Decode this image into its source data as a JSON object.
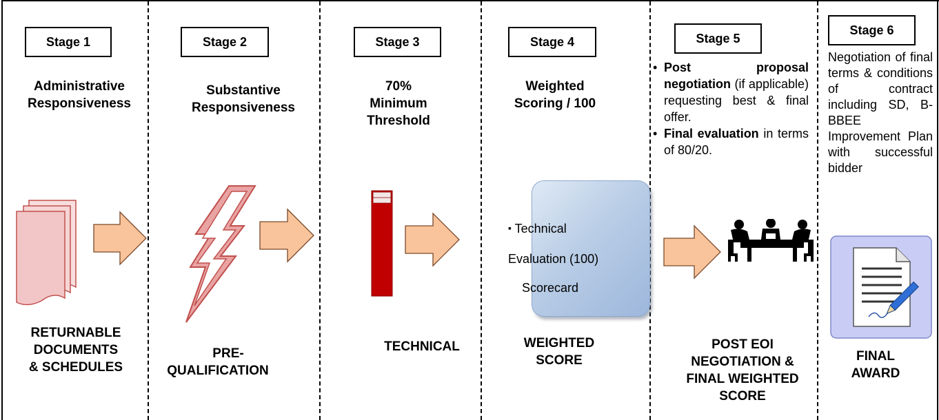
{
  "stages": [
    {
      "label": "Stage 1",
      "title": [
        "Administrative",
        "Responsiveness"
      ],
      "bottom": [
        "RETURNABLE",
        "DOCUMENTS",
        "& SCHEDULES"
      ],
      "icon": "documents-icon"
    },
    {
      "label": "Stage 2",
      "title": [
        "Substantive",
        "Responsiveness"
      ],
      "bottom": [
        "PRE-",
        "QUALIFICATION"
      ],
      "icon": "lightning-icon"
    },
    {
      "label": "Stage 3",
      "title": [
        "70%",
        "Minimum",
        "Threshold"
      ],
      "bottom": [
        "TECHNICAL"
      ],
      "icon": "threshold-bar-icon"
    },
    {
      "label": "Stage 4",
      "title": [
        "Weighted",
        "Scoring / 100"
      ],
      "bottom": [
        "WEIGHTED",
        "SCORE"
      ],
      "icon": "scorecard-panel"
    },
    {
      "label": "Stage 5",
      "bottom": [
        "POST EOI",
        "NEGOTIATION &",
        "FINAL WEIGHTED",
        "SCORE"
      ],
      "icon": "meeting-table-icon"
    },
    {
      "label": "Stage 6",
      "bottom": [
        "FINAL",
        "AWARD"
      ],
      "icon": "signed-document-icon"
    }
  ],
  "stage4_scorecard": {
    "line1": "Technical",
    "line2": "Evaluation (100)",
    "line3": "Scorecard",
    "bullet": "▪"
  },
  "stage5_bullets": [
    {
      "bold": "Post proposal negotiation",
      "rest": " (if applicable) requesting best & final offer."
    },
    {
      "bold": "Final evaluation",
      "rest": " in terms of 80/20."
    }
  ],
  "stage6_text": "Negotiation of final terms & conditions of contract including SD, B-BBEE Improvement Plan with successful bidder",
  "colors": {
    "arrow_fill": "#f9c39b",
    "arrow_stroke": "#7a4a2a",
    "document_fill": "#f4cccc",
    "document_stroke": "#c0504d",
    "lightning_stroke": "#c0504d",
    "threshold_bar": "#c00000",
    "scorecard_fill": "#b9cde6",
    "award_bg": "#c9cdf5"
  }
}
